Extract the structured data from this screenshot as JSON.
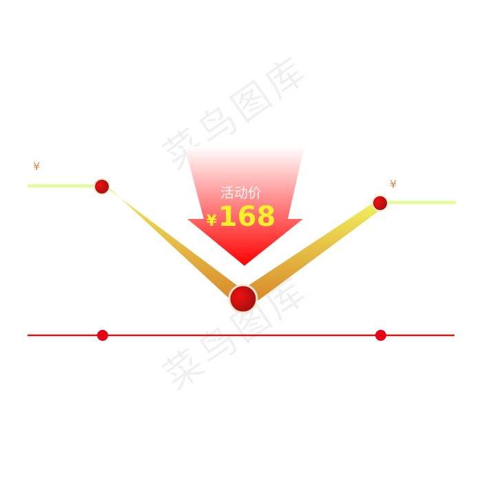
{
  "badge": {
    "label": "活动价",
    "currency": "¥",
    "price": "168"
  },
  "markers": {
    "left_symbol": "¥",
    "right_symbol": "¥"
  },
  "watermark": {
    "text": "菜鸟图库"
  },
  "colors": {
    "arrow_top": "#ffffff",
    "arrow_bottom": "#ff0000",
    "line_gold": "#f0f060",
    "line_orange": "#d8862a",
    "side_line": "#e4fca0",
    "baseline": "#e01010",
    "price_text": "#f6f12a"
  }
}
